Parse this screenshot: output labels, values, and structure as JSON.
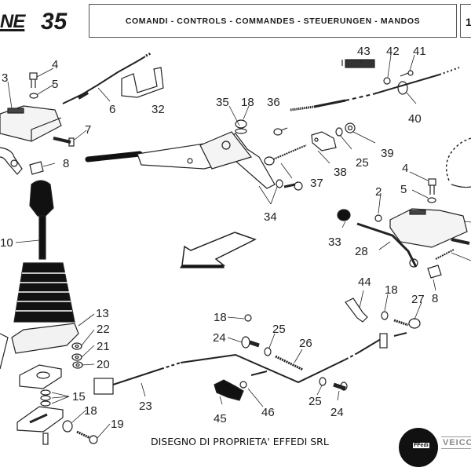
{
  "header": {
    "model_prefix": "NE",
    "model_number": "35",
    "section_title": "COMANDI - CONTROLS - COMMANDES - STEUERUNGEN - MANDOS",
    "page_number": "1"
  },
  "diagram": {
    "parts": [
      {
        "id": "p2",
        "label": "2"
      },
      {
        "id": "p3",
        "label": "3"
      },
      {
        "id": "p4a",
        "label": "4"
      },
      {
        "id": "p4b",
        "label": "4"
      },
      {
        "id": "p5a",
        "label": "5"
      },
      {
        "id": "p5b",
        "label": "5"
      },
      {
        "id": "p6",
        "label": "6"
      },
      {
        "id": "p7",
        "label": "7"
      },
      {
        "id": "p8a",
        "label": "8"
      },
      {
        "id": "p8b",
        "label": "8"
      },
      {
        "id": "p10",
        "label": "10"
      },
      {
        "id": "p13",
        "label": "13"
      },
      {
        "id": "p15",
        "label": "15"
      },
      {
        "id": "p18a",
        "label": "18"
      },
      {
        "id": "p18b",
        "label": "18"
      },
      {
        "id": "p18c",
        "label": "18"
      },
      {
        "id": "p18d",
        "label": "18"
      },
      {
        "id": "p19",
        "label": "19"
      },
      {
        "id": "p20",
        "label": "20"
      },
      {
        "id": "p21",
        "label": "21"
      },
      {
        "id": "p22",
        "label": "22"
      },
      {
        "id": "p23",
        "label": "23"
      },
      {
        "id": "p24a",
        "label": "24"
      },
      {
        "id": "p24b",
        "label": "24"
      },
      {
        "id": "p25a",
        "label": "25"
      },
      {
        "id": "p25b",
        "label": "25"
      },
      {
        "id": "p25c",
        "label": "25"
      },
      {
        "id": "p26",
        "label": "26"
      },
      {
        "id": "p27",
        "label": "27"
      },
      {
        "id": "p28",
        "label": "28"
      },
      {
        "id": "p32",
        "label": "32"
      },
      {
        "id": "p33",
        "label": "33"
      },
      {
        "id": "p34",
        "label": "34"
      },
      {
        "id": "p35",
        "label": "35"
      },
      {
        "id": "p36",
        "label": "36"
      },
      {
        "id": "p37",
        "label": "37"
      },
      {
        "id": "p38",
        "label": "38"
      },
      {
        "id": "p39",
        "label": "39"
      },
      {
        "id": "p40",
        "label": "40"
      },
      {
        "id": "p41",
        "label": "41"
      },
      {
        "id": "p42",
        "label": "42"
      },
      {
        "id": "p43",
        "label": "43"
      },
      {
        "id": "p44",
        "label": "44"
      },
      {
        "id": "p45",
        "label": "45"
      },
      {
        "id": "p46",
        "label": "46"
      }
    ]
  },
  "footer": {
    "ownership_text": "DISEGNO DI PROPRIETA' EFFEDI SRL",
    "logo_mark": "FFedi",
    "logo_text": "VEICO"
  }
}
